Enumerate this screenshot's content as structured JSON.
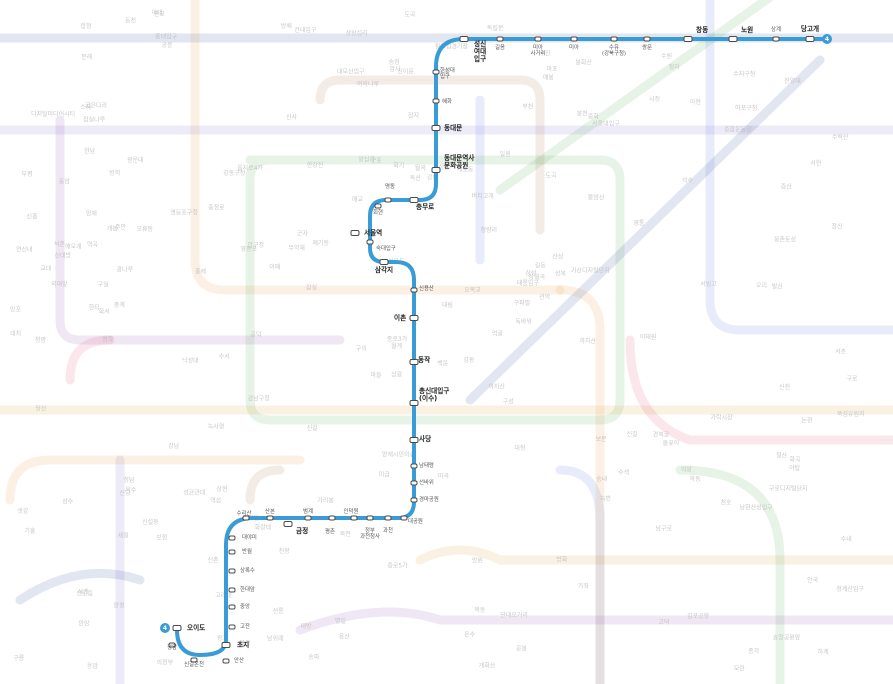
{
  "map": {
    "line": {
      "number": "4",
      "color": "#3a9cd6"
    },
    "stations": [
      {
        "name": "당고개",
        "major": true
      },
      {
        "name": "상계",
        "major": false
      },
      {
        "name": "노원",
        "major": true
      },
      {
        "name": "창동",
        "major": true
      },
      {
        "name": "쌍문",
        "major": false
      },
      {
        "name": "수유\n(강북구청)",
        "major": false
      },
      {
        "name": "미아",
        "major": false
      },
      {
        "name": "미아\n사거리",
        "major": false
      },
      {
        "name": "길음",
        "major": false
      },
      {
        "name": "성신\n여대\n입구",
        "major": true
      },
      {
        "name": "한성대\n입구",
        "major": false
      },
      {
        "name": "혜화",
        "major": false
      },
      {
        "name": "동대문",
        "major": true
      },
      {
        "name": "동대문역사\n문화공원",
        "major": true
      },
      {
        "name": "충무로",
        "major": true
      },
      {
        "name": "명동",
        "major": false
      },
      {
        "name": "회현",
        "major": false
      },
      {
        "name": "서울역",
        "major": true
      },
      {
        "name": "숙대입구",
        "major": false
      },
      {
        "name": "삼각지",
        "major": true
      },
      {
        "name": "신용산",
        "major": false
      },
      {
        "name": "이촌",
        "major": true
      },
      {
        "name": "동작",
        "major": true
      },
      {
        "name": "총신대입구\n(이수)",
        "major": true
      },
      {
        "name": "사당",
        "major": true
      },
      {
        "name": "남태령",
        "major": false
      },
      {
        "name": "선바위",
        "major": false
      },
      {
        "name": "경마공원",
        "major": false
      },
      {
        "name": "대공원",
        "major": false
      },
      {
        "name": "과천",
        "major": false
      },
      {
        "name": "정부\n과천청사",
        "major": false
      },
      {
        "name": "인덕원",
        "major": false
      },
      {
        "name": "평촌",
        "major": false
      },
      {
        "name": "범계",
        "major": false
      },
      {
        "name": "금정",
        "major": true
      },
      {
        "name": "산본",
        "major": false
      },
      {
        "name": "수리산",
        "major": false
      },
      {
        "name": "대야미",
        "major": false
      },
      {
        "name": "반월",
        "major": false
      },
      {
        "name": "상록수",
        "major": false
      },
      {
        "name": "한대앞",
        "major": false
      },
      {
        "name": "중앙",
        "major": false
      },
      {
        "name": "고잔",
        "major": false
      },
      {
        "name": "초지",
        "major": true
      },
      {
        "name": "안산",
        "major": false
      },
      {
        "name": "신길온천",
        "major": false
      },
      {
        "name": "정왕",
        "major": false
      },
      {
        "name": "오이도",
        "major": true
      }
    ],
    "background_labels": [
      "도봉산",
      "방학",
      "월계",
      "석계",
      "태릉입구",
      "화랑대",
      "봉화산",
      "상봉",
      "중화",
      "먹골",
      "공릉",
      "하계",
      "중계",
      "수락산",
      "마들",
      "불암산",
      "의정부",
      "회기",
      "청량리",
      "신설동",
      "제기동",
      "안암",
      "고려대",
      "월곡",
      "상월곡",
      "돌곶이",
      "광운대",
      "신이문",
      "외대앞",
      "보문",
      "창신",
      "종로3가",
      "종로5가",
      "을지로3가",
      "을지로4가",
      "시청",
      "광화문",
      "종각",
      "안국",
      "경복궁",
      "독립문",
      "무악재",
      "홍제",
      "녹번",
      "불광",
      "연신내",
      "구파발",
      "응암",
      "역촌",
      "독바위",
      "새절",
      "증산",
      "디지털미디어시티",
      "수색",
      "가좌",
      "신촌",
      "홍대입구",
      "합정",
      "망원",
      "마포구청",
      "월드컵경기장",
      "공덕",
      "애오개",
      "충정로",
      "아현",
      "이대",
      "마포",
      "여의나루",
      "여의도",
      "샛강",
      "노량진",
      "대방",
      "신길",
      "영등포",
      "신도림",
      "문래",
      "영등포구청",
      "당산",
      "선유도",
      "목동",
      "오목교",
      "양평",
      "까치산",
      "화곡",
      "우장산",
      "발산",
      "마곡",
      "김포공항",
      "개화산",
      "방화",
      "송정",
      "구로",
      "가산디지털단지",
      "남구로",
      "대림",
      "구로디지털단지",
      "신대방",
      "신림",
      "봉천",
      "서울대입구",
      "낙성대",
      "방배",
      "서초",
      "교대",
      "강남",
      "역삼",
      "선릉",
      "삼성",
      "종합운동장",
      "잠실",
      "신천",
      "잠실나루",
      "강변",
      "구의",
      "건대입구",
      "성수",
      "뚝섬",
      "한양대",
      "왕십리",
      "상왕십리",
      "신당",
      "약수",
      "버티고개",
      "한강진",
      "이태원",
      "녹사평",
      "효창공원앞",
      "용산",
      "서빙고",
      "한남",
      "옥수",
      "응봉",
      "압구정",
      "신사",
      "논현",
      "학동",
      "강남구청",
      "청담",
      "뚝섬유원지",
      "군자",
      "아차산",
      "광나루",
      "천호",
      "강동",
      "길동",
      "굽은다리",
      "명일",
      "고덕",
      "상일동",
      "암사",
      "몽촌토성",
      "강동구청",
      "석촌",
      "송파",
      "가락시장",
      "문정",
      "장지",
      "복정",
      "수서",
      "일원",
      "대청",
      "학여울",
      "대치",
      "도곡",
      "매봉",
      "양재",
      "양재시민의숲",
      "청계산입구",
      "판교",
      "모란",
      "남한산성입구",
      "단대오거리",
      "신흥",
      "수진",
      "산성",
      "남위례",
      "부천",
      "송내",
      "부평",
      "주안",
      "동암",
      "백운",
      "온수",
      "역곡",
      "소사",
      "오류동",
      "개봉",
      "구일",
      "천왕",
      "광명사거리",
      "철산",
      "가리봉",
      "독산",
      "석수",
      "관악",
      "안양",
      "명학",
      "군포",
      "의왕",
      "성균관대",
      "화서",
      "수원",
      "매교",
      "망포",
      "영통",
      "청명",
      "상갈",
      "기흥",
      "미금",
      "정자",
      "수내",
      "서현",
      "이매",
      "야탑",
      "오리",
      "죽전",
      "보정",
      "구성",
      "신갈",
      "한티",
      "대모산입구",
      "개포동",
      "구룡",
      "도곡",
      "광교",
      "상현",
      "성복",
      "수지구청",
      "동천"
    ]
  }
}
